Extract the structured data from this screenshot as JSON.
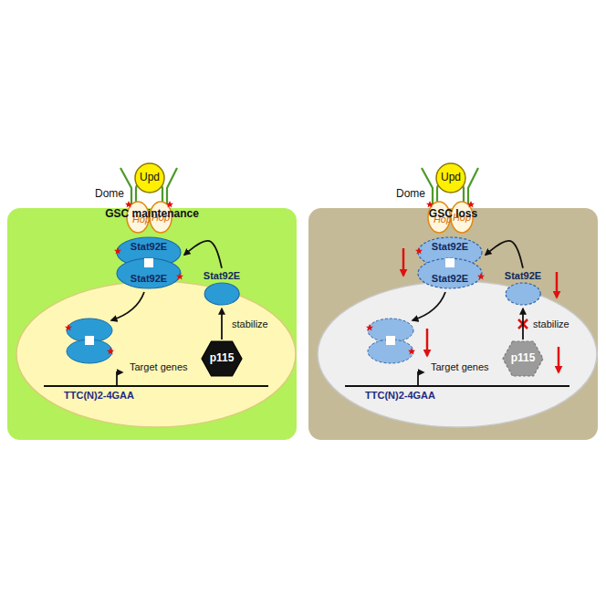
{
  "diagram": {
    "nodes": [
      {
        "text": [
          "GSC maintenance"
        ]
      },
      {
        "text": [
          "Upd"
        ]
      },
      {
        "text": [
          "Hop"
        ],
        "in": 0
      },
      {
        "text": [
          "Hop"
        ],
        "in": 0
      },
      {
        "text": [
          "Stat92E",
          "Stat92E"
        ],
        "in": 0
      },
      {
        "text": [
          "Stat92E"
        ],
        "in": 0
      },
      {
        "text": [
          "p115"
        ],
        "in": 0
      },
      {
        "text": [
          "GSC loss"
        ]
      },
      {
        "text": [
          "Upd"
        ]
      },
      {
        "text": [
          "Hop"
        ],
        "in": 7
      },
      {
        "text": [
          "Hop"
        ],
        "in": 7
      },
      {
        "text": [
          "Stat92E",
          "Stat92E"
        ],
        "in": 7
      },
      {
        "text": [
          "Stat92E"
        ],
        "in": 7
      },
      {
        "text": [
          "p115"
        ],
        "in": 7
      }
    ],
    "edges": [
      {
        "from": 6,
        "to": 5,
        "label": "stabilize",
        "arrow": "to"
      },
      {
        "from": 5,
        "to": 4,
        "arrow": "to"
      },
      {
        "from": 13,
        "to": 12,
        "label": "stabilize",
        "arrow": "to"
      },
      {
        "from": 12,
        "to": 11,
        "arrow": "to"
      }
    ],
    "labels": [
      "Dome",
      "Target genes",
      "TTC(N)2-4GAA",
      "Dome",
      "Target genes",
      "TTC(N)2-4GAA"
    ]
  }
}
